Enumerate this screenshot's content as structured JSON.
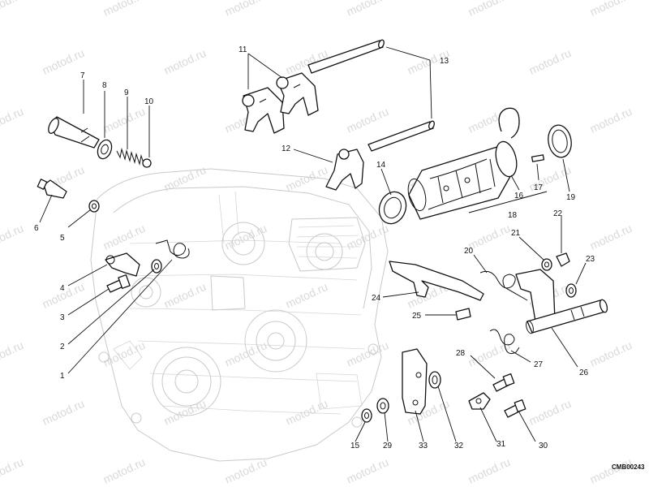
{
  "diagram_code": "CMB00243",
  "watermark": "motod.ru",
  "callouts": [
    "1",
    "2",
    "3",
    "4",
    "5",
    "6",
    "7",
    "8",
    "9",
    "10",
    "11",
    "12",
    "13",
    "14",
    "15",
    "16",
    "17",
    "18",
    "19",
    "20",
    "21",
    "22",
    "23",
    "24",
    "25",
    "26",
    "27",
    "28",
    "29",
    "30",
    "31",
    "32",
    "33"
  ]
}
